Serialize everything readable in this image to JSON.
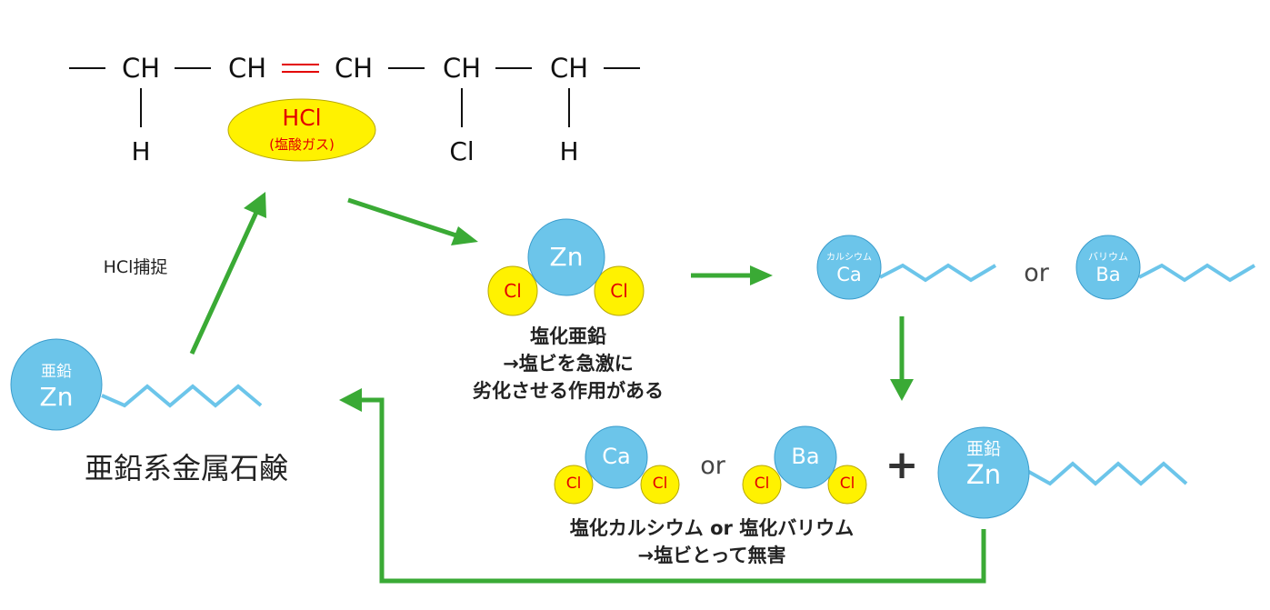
{
  "chain": {
    "groups": [
      "CH",
      "CH",
      "CH",
      "CH",
      "CH"
    ],
    "substituents": [
      "H",
      "Cl",
      "H"
    ]
  },
  "hcl": {
    "formula": "HCl",
    "note": "(塩酸ガス)"
  },
  "capture_label": "HCl捕捉",
  "zinc_soap": {
    "ball_top": "亜鉛",
    "ball_main": "Zn",
    "name": "亜鉛系金属石鹸"
  },
  "zinc_chloride": {
    "center": "Zn",
    "chlorine": "Cl",
    "caption": [
      "塩化亜鉛",
      "→塩ビを急激に",
      "劣化させる作用がある"
    ]
  },
  "calcium_soap": {
    "small": "カルシウム",
    "main": "Ca"
  },
  "barium_soap": {
    "small": "バリウム",
    "main": "Ba"
  },
  "or_word": "or",
  "calcium_chloride": {
    "center": "Ca",
    "chlorine": "Cl"
  },
  "barium_chloride": {
    "center": "Ba",
    "chlorine": "Cl"
  },
  "plus_sign": "+",
  "zinc_soap_regen": {
    "ball_top": "亜鉛",
    "ball_main": "Zn"
  },
  "chlorides_caption": [
    "塩化カルシウム or 塩化バリウム",
    "→塩ビとって無害"
  ],
  "colors": {
    "ball_blue": "#6cc5ea",
    "chlorine_yellow": "#fff200",
    "chlorine_text": "#e30000",
    "arrow_green": "#3aaa35",
    "chain_line": "#111111",
    "double_bond": "#e30000",
    "tail_blue": "#6cc5ea"
  }
}
